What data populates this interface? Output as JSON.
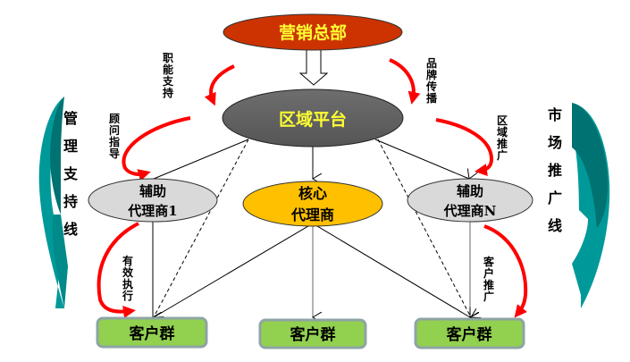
{
  "diagram": {
    "nodes": {
      "hq": {
        "label": "营销总部",
        "fill": "#cc3300",
        "text_color": "#ffff33"
      },
      "regional_platform": {
        "label": "区域平台",
        "fill": "#666666",
        "text_color": "#ffff33"
      },
      "assistant_agent_1": {
        "line1": "辅助",
        "line2": "代理商1",
        "fill": "#d9d9d9",
        "text_color": "#000000"
      },
      "core_agent": {
        "line1": "核心",
        "line2": "代理商",
        "fill": "#ffc000",
        "text_color": "#000000"
      },
      "assistant_agent_n": {
        "line1": "辅助",
        "line2": "代理商N",
        "fill": "#d9d9d9",
        "text_color": "#000000"
      },
      "customer_group_left": {
        "label": "客户群",
        "fill": "#92d050",
        "border": "#8ea4a4"
      },
      "customer_group_center": {
        "label": "客户群",
        "fill": "#92d050",
        "border": "#8ea4a4"
      },
      "customer_group_right": {
        "label": "客户群",
        "fill": "#92d050",
        "border": "#8ea4a4"
      }
    },
    "annotations": {
      "functional_support": "职能支持",
      "brand_communication": "品牌传播",
      "consulting_guidance": "顾问指导",
      "regional_promotion": "区域推广",
      "effective_execution": "有效执行",
      "customer_promotion": "客户推广"
    },
    "side_lines": {
      "left": "管理支持线",
      "right": "市场推广线"
    },
    "colors": {
      "red_arrow": "#ff0000",
      "teal_dark": "#007070",
      "teal_light": "#009999",
      "connector": "#000000"
    }
  }
}
